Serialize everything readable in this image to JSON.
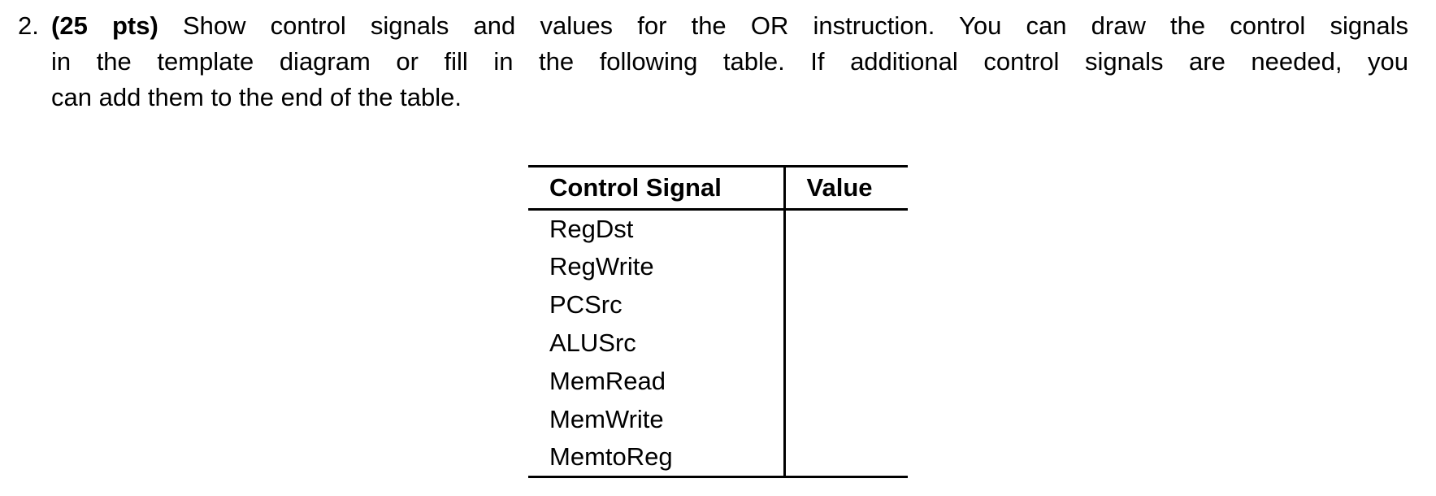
{
  "question": {
    "number": "2.",
    "points_label": "(25 pts)",
    "line1_rest": "Show control signals and values for the OR instruction. You can draw the control signals",
    "line2": "in the template diagram or fill in the following table. If additional control signals are needed, you",
    "line3": "can add them to the end of the table."
  },
  "table": {
    "headers": [
      "Control Signal",
      "Value"
    ],
    "rows": [
      {
        "signal": "RegDst",
        "value": ""
      },
      {
        "signal": "RegWrite",
        "value": ""
      },
      {
        "signal": "PCSrc",
        "value": ""
      },
      {
        "signal": "ALUSrc",
        "value": ""
      },
      {
        "signal": "MemRead",
        "value": ""
      },
      {
        "signal": "MemWrite",
        "value": ""
      },
      {
        "signal": "MemtoReg",
        "value": ""
      }
    ]
  },
  "colors": {
    "text": "#000000",
    "background": "#ffffff",
    "rule": "#000000"
  }
}
